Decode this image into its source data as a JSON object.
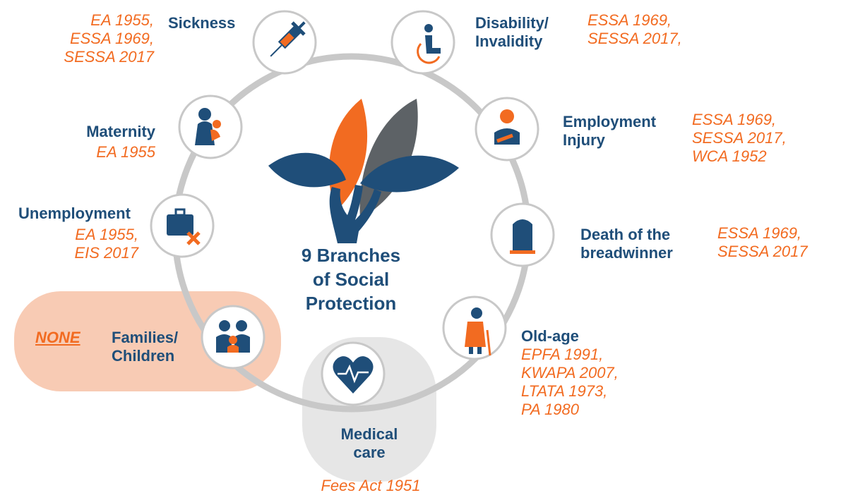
{
  "center": {
    "title": "9 Branches of Social Protection",
    "lines": [
      "9 Branches",
      "of Social",
      "Protection"
    ]
  },
  "colors": {
    "navy": "#1f4e79",
    "orange": "#f26b21",
    "ring": "#c8c8c8",
    "highlight": "#f8cbb4",
    "medical_bg": "#e6e6e6",
    "leaf_gray": "#5d6266"
  },
  "branches": {
    "sickness": {
      "title_lines": [
        "Sickness"
      ],
      "laws": [
        "EA 1955,",
        "ESSA 1969,",
        "SESSA 2017"
      ],
      "icon": "syringe-icon"
    },
    "disability": {
      "title_lines": [
        "Disability/",
        "Invalidity"
      ],
      "laws": [
        "ESSA 1969,",
        "SESSA 2017,"
      ],
      "icon": "wheelchair-icon"
    },
    "employment_injury": {
      "title_lines": [
        "Employment",
        "Injury"
      ],
      "laws": [
        "ESSA 1969,",
        "SESSA 2017,",
        "WCA 1952"
      ],
      "icon": "injured-worker-icon"
    },
    "death": {
      "title_lines": [
        "Death of the",
        "breadwinner"
      ],
      "laws": [
        "ESSA 1969,",
        "SESSA 2017"
      ],
      "icon": "gravestone-icon"
    },
    "old_age": {
      "title_lines": [
        "Old-age"
      ],
      "laws": [
        "EPFA 1991,",
        "KWAPA 2007,",
        "LTATA 1973,",
        "PA 1980"
      ],
      "icon": "elderly-person-icon"
    },
    "medical": {
      "title_lines": [
        "Medical",
        "care"
      ],
      "laws": [
        "Fees Act 1951"
      ],
      "icon": "heartbeat-icon"
    },
    "families": {
      "title_lines": [
        "Families/",
        "Children"
      ],
      "laws": [],
      "none_label": "NONE",
      "icon": "family-icon"
    },
    "unemployment": {
      "title_lines": [
        "Unemployment"
      ],
      "laws": [
        "EA 1955,",
        "EIS 2017"
      ],
      "icon": "briefcase-cross-icon"
    },
    "maternity": {
      "title_lines": [
        "Maternity"
      ],
      "laws": [
        "EA 1955"
      ],
      "icon": "mother-child-icon"
    }
  }
}
